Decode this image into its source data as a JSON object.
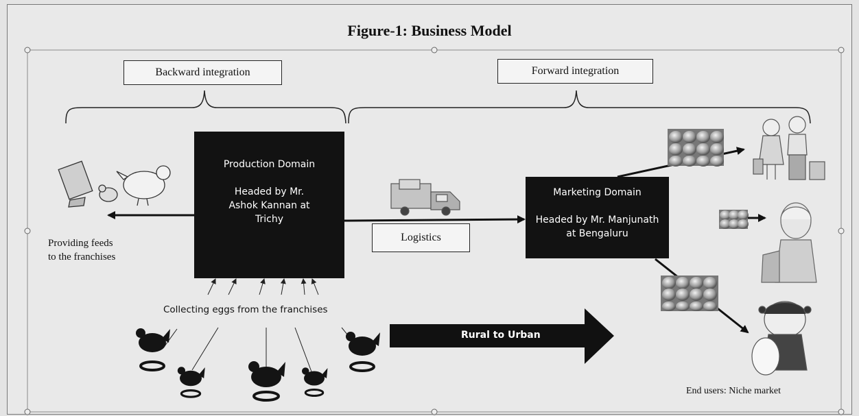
{
  "figure": {
    "title": "Figure-1: Business Model"
  },
  "integration": {
    "backward_label": "Backward integration",
    "forward_label": "Forward integration"
  },
  "production": {
    "title": "Production Domain",
    "line1": "Headed by Mr.",
    "line2": "Ashok Kannan at",
    "line3": "Trichy"
  },
  "marketing": {
    "title": "Marketing Domain",
    "line1": "Headed by Mr. Manjunath",
    "line2": "at Bengaluru"
  },
  "logistics": {
    "label": "Logistics"
  },
  "feeds": {
    "line1": "Providing feeds",
    "line2": "to the franchises"
  },
  "collecting": {
    "label": "Collecting eggs from the franchises"
  },
  "rural": {
    "label": "Rural to Urban"
  },
  "end_users": {
    "label": "End users: Niche market"
  }
}
